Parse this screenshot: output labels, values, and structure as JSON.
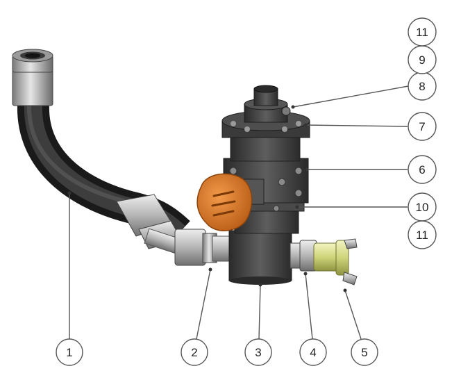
{
  "callouts": [
    {
      "id": "c1",
      "label": "1"
    },
    {
      "id": "c2",
      "label": "2"
    },
    {
      "id": "c3",
      "label": "3"
    },
    {
      "id": "c4",
      "label": "4"
    },
    {
      "id": "c5",
      "label": "5"
    },
    {
      "id": "c6",
      "label": "6"
    },
    {
      "id": "c7",
      "label": "7"
    },
    {
      "id": "c8",
      "label": "8"
    },
    {
      "id": "c9",
      "label": "9"
    },
    {
      "id": "c10",
      "label": "10"
    },
    {
      "id": "c11a",
      "label": "11"
    },
    {
      "id": "c11b",
      "label": "11"
    }
  ],
  "colors": {
    "hose": "#2b2b2b",
    "metal_light": "#c9c9c9",
    "metal_dark": "#5a5a5a",
    "body": "#3c3c3c",
    "handwheel": "#d9782b",
    "coupling": "#d7dc8a",
    "callout_stroke": "#555555"
  }
}
